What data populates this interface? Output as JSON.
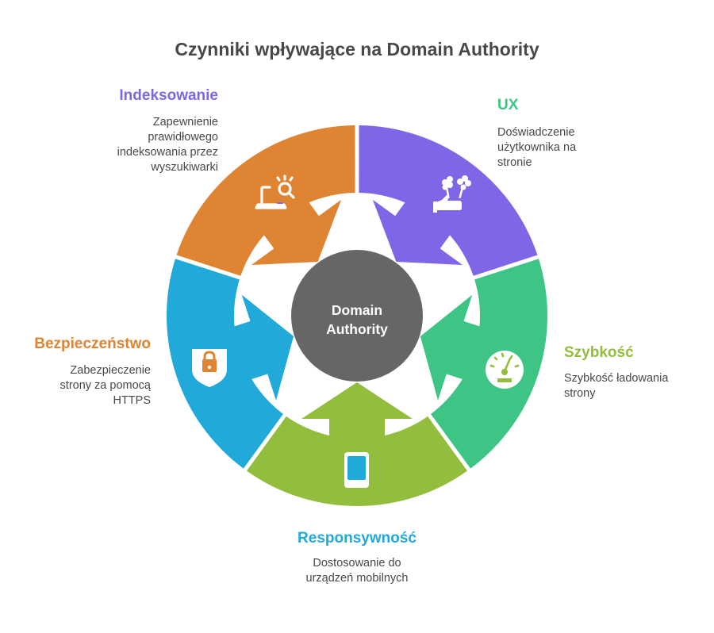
{
  "title": "Czynniki wpływające na Domain Authority",
  "center": {
    "line1": "Domain",
    "line2": "Authority",
    "color": "#666666"
  },
  "segments": [
    {
      "id": "indeksowanie",
      "title": "Indeksowanie",
      "description_lines": [
        "Zapewnienie",
        "prawidłowego",
        "indeksowania przez",
        "wyszukiwarki"
      ],
      "color": "#7E66E6",
      "icon": "laptop-search-icon"
    },
    {
      "id": "ux",
      "title": "UX",
      "description_lines": [
        "Doświadczenie",
        "użytkownika na",
        "stronie"
      ],
      "color": "#3EC585",
      "icon": "hand-flowers-icon"
    },
    {
      "id": "szybkosc",
      "title": "Szybkość",
      "description_lines": [
        "Szybkość ładowania",
        "strony"
      ],
      "color": "#93BD3C",
      "icon": "speedometer-icon"
    },
    {
      "id": "responsywnosc",
      "title": "Responsywność",
      "description_lines": [
        "Dostosowanie do",
        "urządzeń mobilnych"
      ],
      "color": "#20A9D9",
      "icon": "smartphone-icon"
    },
    {
      "id": "bezpieczenstwo",
      "title": "Bezpieczeństwo",
      "description_lines": [
        "Zabezpieczenie",
        "strony za pomocą",
        "HTTPS"
      ],
      "color": "#DE8432",
      "icon": "shield-lock-icon"
    }
  ]
}
